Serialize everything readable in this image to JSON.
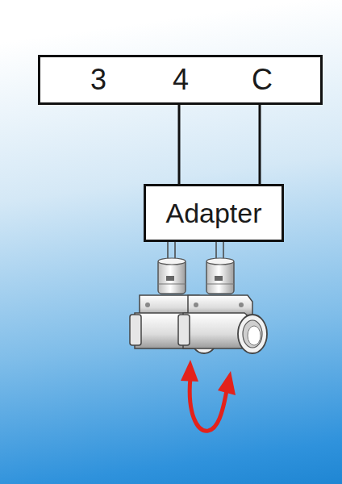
{
  "diagram": {
    "nodes": [
      {
        "text": [
          "3",
          "4",
          "C"
        ]
      },
      {
        "text": [
          "Adapter"
        ]
      }
    ],
    "edges": [
      {
        "from": 0,
        "to": 1,
        "arrow": "none"
      },
      {
        "from": 0,
        "to": 1,
        "arrow": "none"
      }
    ]
  }
}
